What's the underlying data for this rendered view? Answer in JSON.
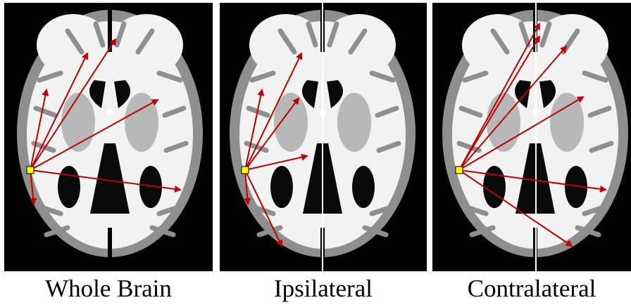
{
  "panels": [
    {
      "caption": "Whole Brain",
      "midline": false
    },
    {
      "caption": "Ipsilateral",
      "midline": true
    },
    {
      "caption": "Contralateral",
      "midline": true
    }
  ],
  "colors": {
    "background": "#000000",
    "brain_white_matter": "#f2f2f2",
    "brain_gray_matter": "#8f8f8f",
    "brain_deep_gray": "#b8b8b8",
    "ventricle": "#0a0a0a",
    "arrow": "#c00000",
    "seed_fill": "#ffff00",
    "seed_stroke": "#000000",
    "midline": "#ffffff",
    "caption_text": "#000000"
  },
  "icons": [
    "brain-slice-image",
    "seed-marker-icon",
    "connection-arrow-icon"
  ]
}
